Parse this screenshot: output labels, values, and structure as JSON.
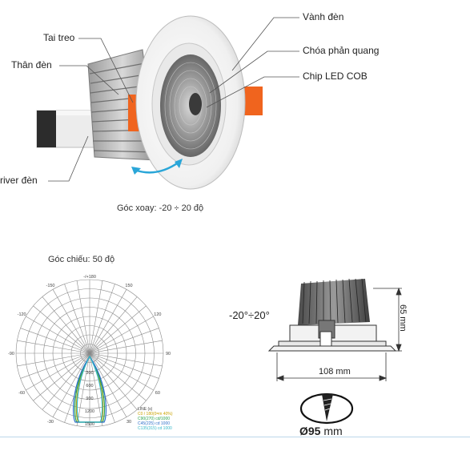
{
  "callouts": {
    "rim": "Vành đèn",
    "reflector": "Chóa phản quang",
    "chip": "Chip LED COB",
    "clip": "Tai treo",
    "body": "Thân đèn",
    "driver": "river đèn"
  },
  "rotation_caption": "Góc xoay: -20 ÷ 20 độ",
  "beam_caption": "Góc chiếu: 50 độ",
  "polar": {
    "top_label": "-/+180",
    "angle_labels": [
      "-150",
      "150",
      "-120",
      "120",
      "-90",
      "90",
      "-60",
      "60",
      "-30",
      "30"
    ],
    "radial_labels": [
      "300",
      "600",
      "900",
      "1200",
      "1500"
    ],
    "legend_title": "LINE (s)",
    "legend": [
      "C0 / 180(0=m 40%)",
      "C90(270) cd/1000",
      "C45(225) cd 1000",
      "C135(315) cd 1000"
    ],
    "colors": [
      "#c9a300",
      "#2aa34a",
      "#2f6fc9",
      "#35b8c9"
    ]
  },
  "dimensions": {
    "tilt": "-20°÷20°",
    "height": "65 mm",
    "width": "108 mm",
    "cutout_symbol": "Ø95",
    "cutout_unit": " mm"
  }
}
